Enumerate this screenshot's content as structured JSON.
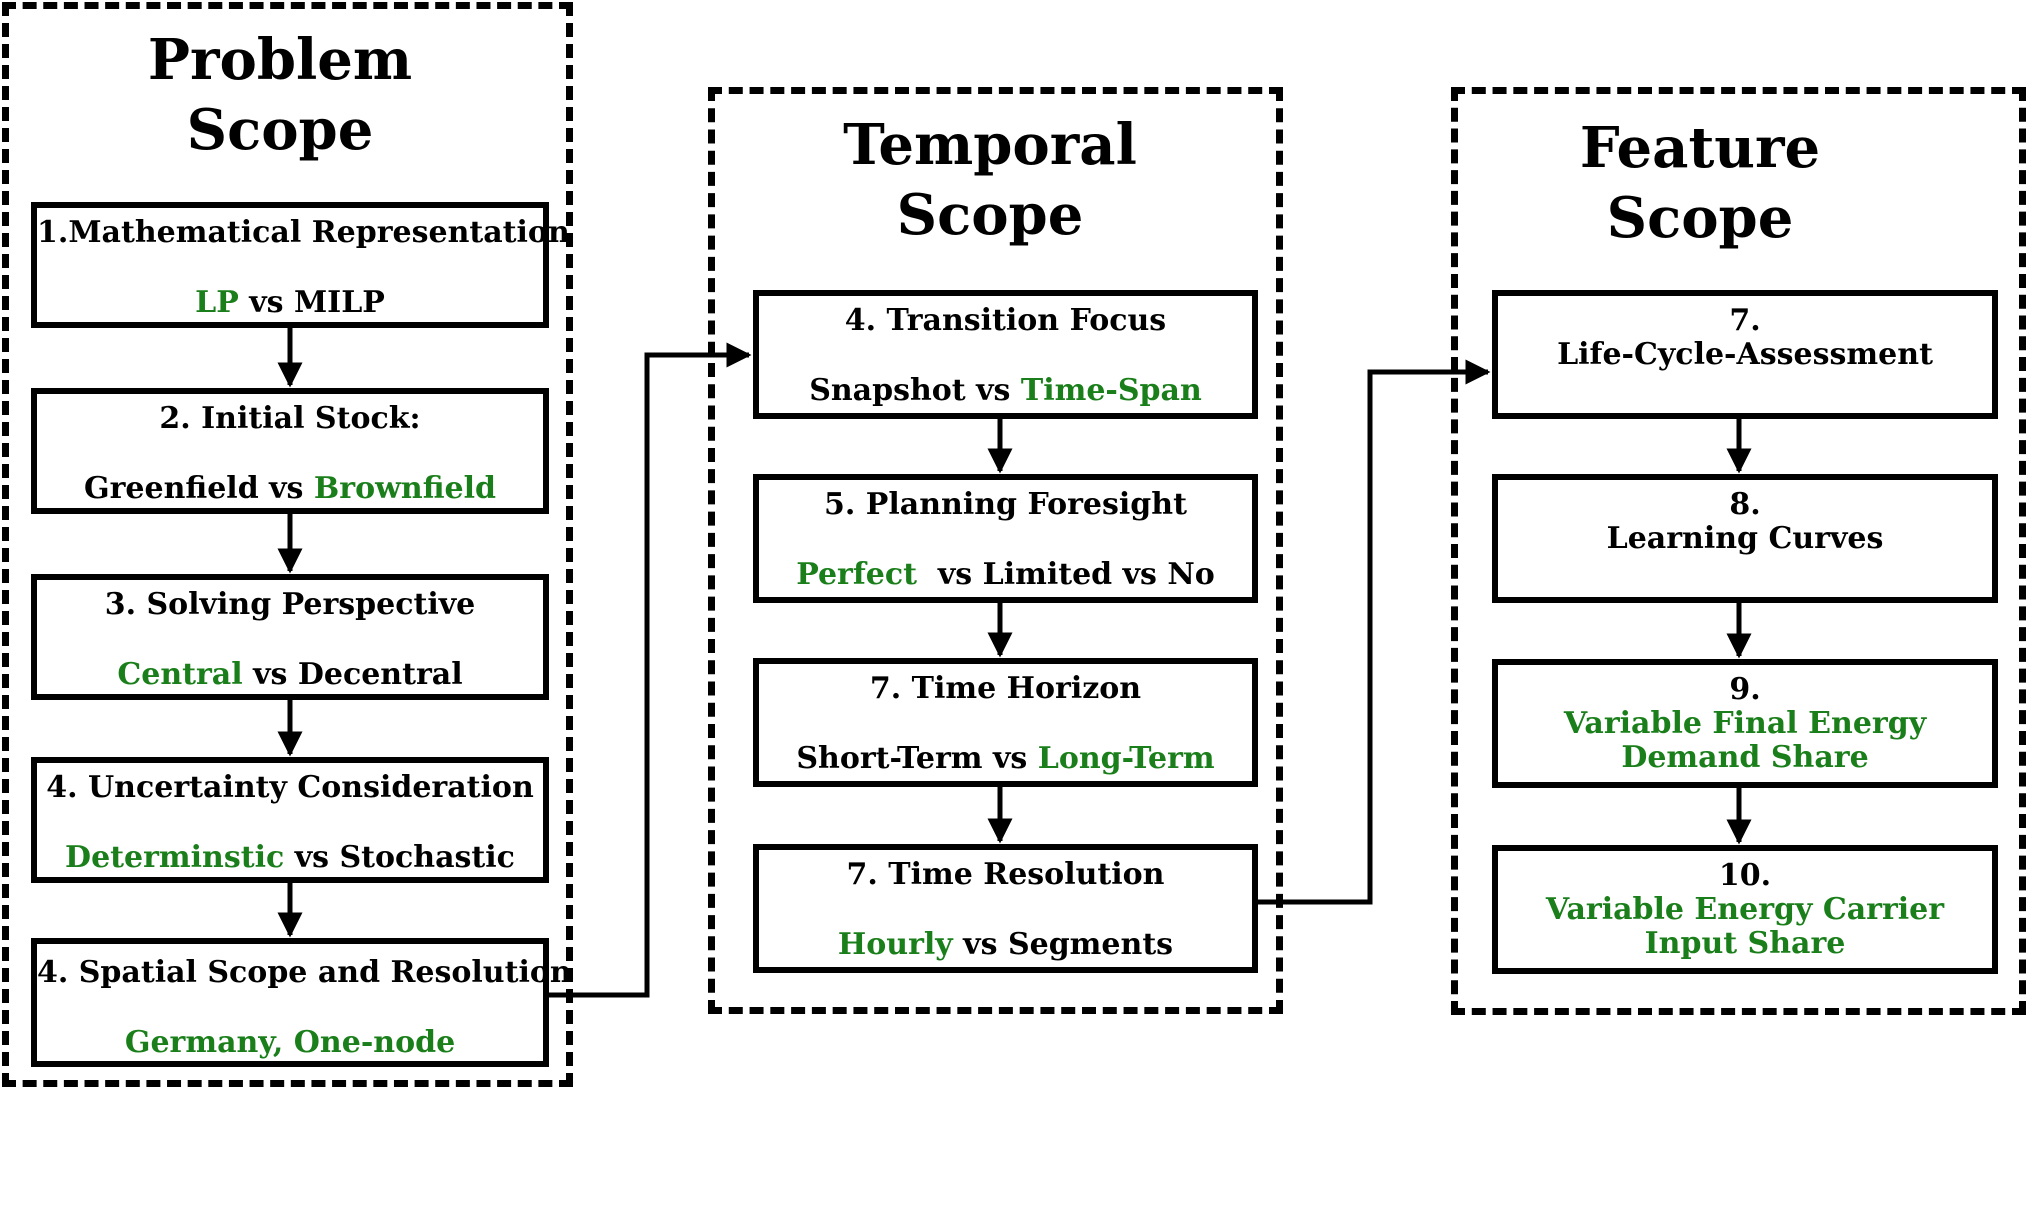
{
  "problem": {
    "title": "Problem\nScope",
    "boxes": [
      {
        "line1": "1.Mathematical Representation",
        "green": "LP",
        "rest": " vs MILP",
        "after": ""
      },
      {
        "line1": "2. Initial Stock:",
        "pre": "Greenfield vs ",
        "green": "Brownfield"
      },
      {
        "line1": "3. Solving Perspective",
        "green": "Central",
        "rest": " vs Decentral"
      },
      {
        "line1": "4. Uncertainty Consideration",
        "green": "Determinstic",
        "rest": " vs Stochastic"
      },
      {
        "line1": "4. Spatial Scope and Resolution",
        "green": "Germany, One-node"
      }
    ]
  },
  "temporal": {
    "title": "Temporal\nScope",
    "boxes": [
      {
        "line1": "4. Transition Focus",
        "pre": "Snapshot vs ",
        "green": "Time-Span"
      },
      {
        "line1": "5. Planning Foresight",
        "green": "Perfect",
        "rest": "  vs Limited vs No"
      },
      {
        "line1": "7. Time Horizon",
        "pre": "Short-Term vs ",
        "green": "Long-Term"
      },
      {
        "line1": "7. Time Resolution",
        "green": "Hourly",
        "rest": " vs Segments"
      }
    ]
  },
  "feature": {
    "title": "Feature\nScope",
    "boxes": [
      {
        "num": "7.",
        "line": "Life-Cycle-Assessment"
      },
      {
        "num": "8.",
        "line": "Learning Curves"
      },
      {
        "num": "9.",
        "g1": "Variable Final Energy",
        "g2": "Demand Share"
      },
      {
        "num": "10.",
        "g1": "Variable Energy Carrier",
        "g2": "Input Share"
      }
    ]
  },
  "colors": {
    "highlight": "#1a7f1a",
    "line": "#000000"
  }
}
